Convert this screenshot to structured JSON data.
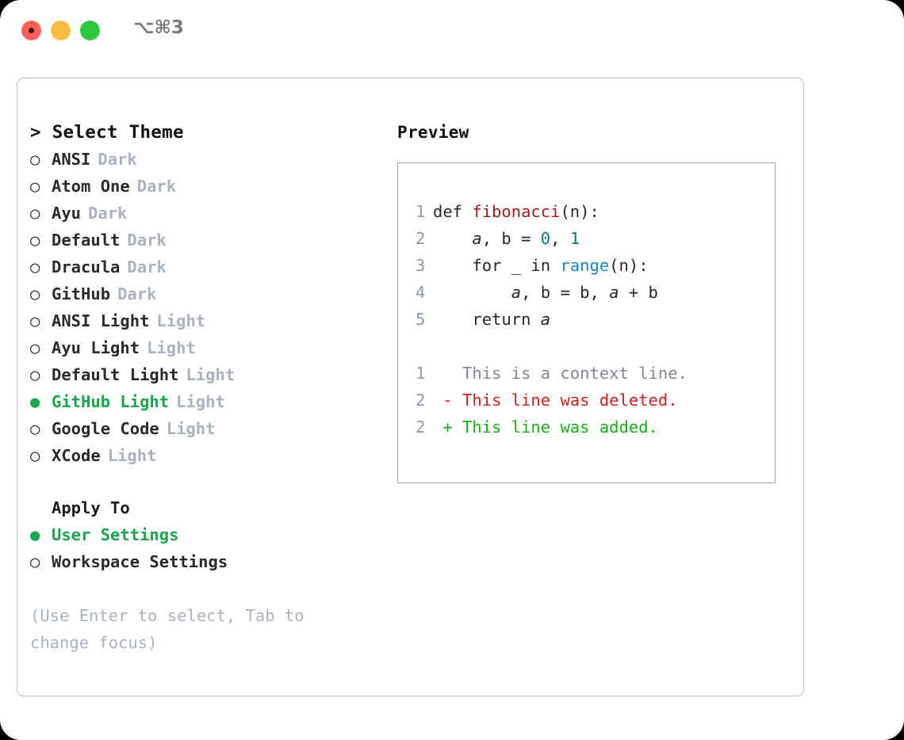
{
  "window": {
    "shortcut": "⌥⌘3",
    "traffic_lights": [
      "close-red",
      "minimize-yellow",
      "zoom-green"
    ]
  },
  "theme_picker": {
    "header": "> Select Theme",
    "options": [
      {
        "marker": "○",
        "name": "ANSI",
        "variant": "Dark",
        "selected": false
      },
      {
        "marker": "○",
        "name": "Atom One",
        "variant": "Dark",
        "selected": false
      },
      {
        "marker": "○",
        "name": "Ayu",
        "variant": "Dark",
        "selected": false
      },
      {
        "marker": "○",
        "name": "Default",
        "variant": "Dark",
        "selected": false
      },
      {
        "marker": "○",
        "name": "Dracula",
        "variant": "Dark",
        "selected": false
      },
      {
        "marker": "○",
        "name": "GitHub",
        "variant": "Dark",
        "selected": false
      },
      {
        "marker": "○",
        "name": "ANSI Light",
        "variant": "Light",
        "selected": false
      },
      {
        "marker": "○",
        "name": "Ayu Light",
        "variant": "Light",
        "selected": false
      },
      {
        "marker": "○",
        "name": "Default Light",
        "variant": "Light",
        "selected": false
      },
      {
        "marker": "●",
        "name": "GitHub Light",
        "variant": "Light",
        "selected": true
      },
      {
        "marker": "○",
        "name": "Google Code",
        "variant": "Light",
        "selected": false
      },
      {
        "marker": "○",
        "name": "XCode",
        "variant": "Light",
        "selected": false
      }
    ]
  },
  "apply_to": {
    "header": "Apply To",
    "options": [
      {
        "marker": "●",
        "name": "User Settings",
        "selected": true
      },
      {
        "marker": "○",
        "name": "Workspace Settings",
        "selected": false
      }
    ]
  },
  "hint": "(Use Enter to select, Tab to change focus)",
  "preview": {
    "title": "Preview",
    "code_lines": [
      {
        "no": "1",
        "segments": [
          {
            "text": "def ",
            "style": "plain"
          },
          {
            "text": "fibonacci",
            "style": "fn"
          },
          {
            "text": "(n):",
            "style": "plain"
          }
        ]
      },
      {
        "no": "2",
        "segments": [
          {
            "text": "    ",
            "style": "plain"
          },
          {
            "text": "a",
            "style": "var"
          },
          {
            "text": ", b = ",
            "style": "plain"
          },
          {
            "text": "0",
            "style": "num"
          },
          {
            "text": ", ",
            "style": "plain"
          },
          {
            "text": "1",
            "style": "num"
          }
        ]
      },
      {
        "no": "3",
        "segments": [
          {
            "text": "    for _ in ",
            "style": "plain"
          },
          {
            "text": "range",
            "style": "call"
          },
          {
            "text": "(n):",
            "style": "plain"
          }
        ]
      },
      {
        "no": "4",
        "segments": [
          {
            "text": "        ",
            "style": "plain"
          },
          {
            "text": "a",
            "style": "var"
          },
          {
            "text": ", b = b, ",
            "style": "plain"
          },
          {
            "text": "a",
            "style": "var"
          },
          {
            "text": " + b",
            "style": "plain"
          }
        ]
      },
      {
        "no": "5",
        "segments": [
          {
            "text": "    return ",
            "style": "plain"
          },
          {
            "text": "a",
            "style": "var"
          }
        ]
      }
    ],
    "diff_lines": [
      {
        "no": "1",
        "sign": " ",
        "text": "This is a context line.",
        "kind": "context"
      },
      {
        "no": "2",
        "sign": "-",
        "text": "This line was deleted.",
        "kind": "deleted"
      },
      {
        "no": "2",
        "sign": "+",
        "text": "This line was added.",
        "kind": "added"
      }
    ]
  },
  "colors": {
    "accent_green": "#1aa64b",
    "muted": "#a8b2c0",
    "line_number": "#8c9bab",
    "panel_border": "#b7bfcb",
    "preview_border": "#9aa6b4",
    "diff_added": "#16b016",
    "diff_deleted": "#cc1f1f",
    "diff_context": "#7f8793",
    "syntax_function": "#9c1b1b",
    "syntax_number": "#0d7c74",
    "syntax_call": "#1a86cc"
  }
}
